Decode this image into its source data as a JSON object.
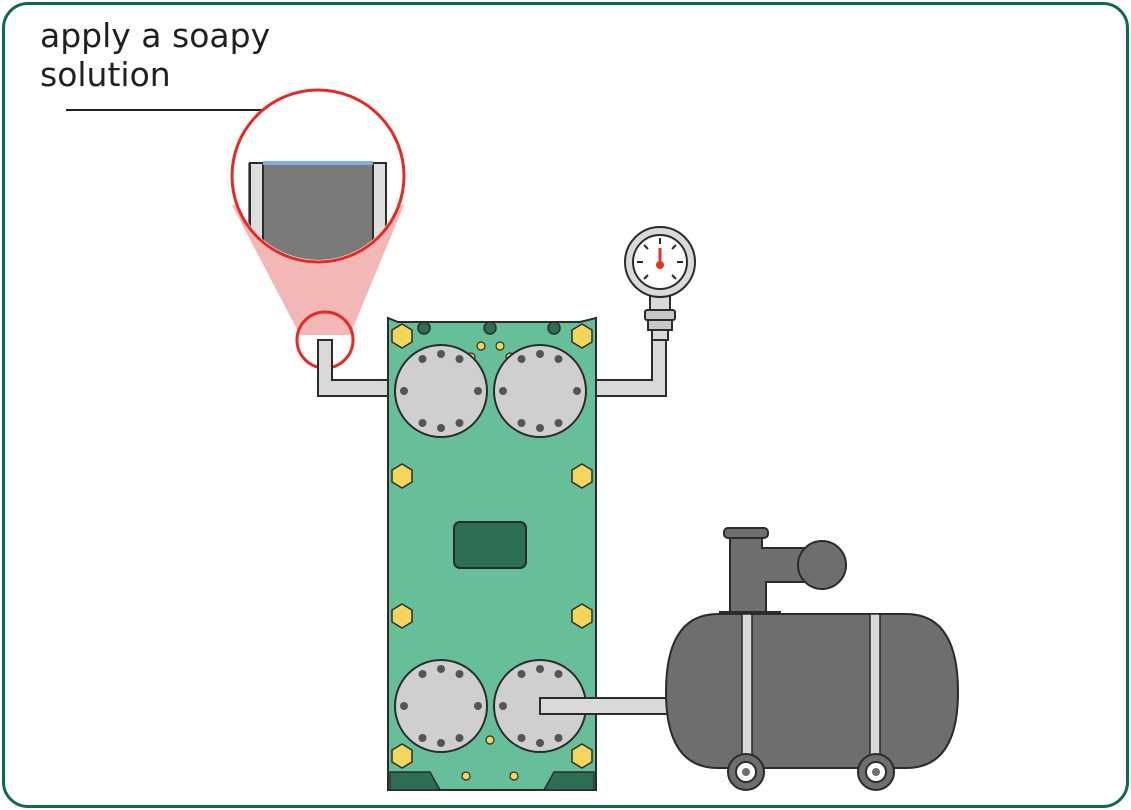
{
  "caption": {
    "line1": "apply a soapy",
    "line2": "solution"
  },
  "colors": {
    "frame": "#0e6b4a",
    "exchanger_body": "#66bf98",
    "exchanger_dark": "#2e6e55",
    "port_cover": "#cfcfcf",
    "bolt": "#555555",
    "nut": "#f3d65a",
    "pipe": "#d9d9d9",
    "compressor": "#6e6e6e",
    "magnifier_ring": "#e62a22",
    "magnifier_cone": "#f2aaaa",
    "soapy_film": "#7eaee6",
    "gauge_needle": "#e6331a"
  },
  "components": {
    "heat_exchanger": "plate-heat-exchanger",
    "gauge": "pressure-gauge",
    "compressor": "air-compressor",
    "magnifier": "magnified-pipe-outlet"
  }
}
